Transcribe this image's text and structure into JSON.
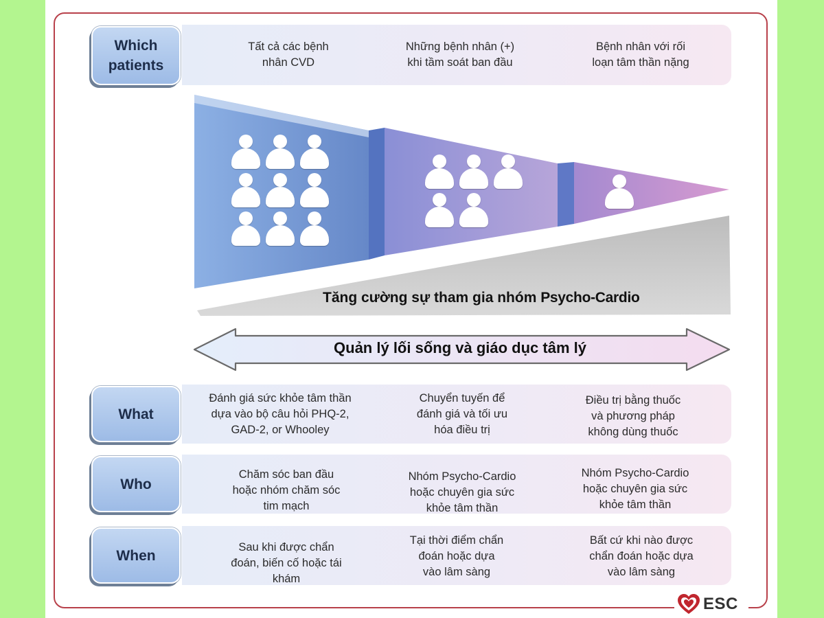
{
  "which": {
    "label": "Which\npatients",
    "cols": [
      "Tất cả các bệnh\nnhân CVD",
      "Những bệnh nhân (+)\nkhi tầm soát ban đầu",
      "Bệnh nhân với rối\nloạn tâm thần nặng"
    ]
  },
  "funnel": {
    "people_counts": [
      9,
      5,
      1
    ],
    "engagement_prefix": "Tăng cường sự tham gia nhóm ",
    "engagement_strong": "Psycho-Cardio"
  },
  "arrow": {
    "label": "Quản lý lối sống và giáo dục tâm lý"
  },
  "rows": [
    {
      "label": "What",
      "cols": [
        "Đánh giá sức khỏe tâm thần\ndựa vào bộ câu hỏi  PHQ-2,\nGAD-2, or Whooley",
        "Chuyển tuyến để\nđánh giá và tối ưu\nhóa điều trị",
        "Điều trị bằng thuốc\nvà phương pháp\nkhông dùng thuốc"
      ]
    },
    {
      "label": "Who",
      "cols": [
        "Chăm sóc ban đầu\nhoặc nhóm chăm sóc\ntim mạch",
        "Nhóm Psycho-Cardio\nhoặc chuyên gia sức\nkhỏe tâm thần",
        "Nhóm Psycho-Cardio\nhoặc chuyên gia sức\nkhỏe tâm thần"
      ]
    },
    {
      "label": "When",
      "cols": [
        "Sau khi được chẩn\nđoán, biến cố hoặc tái\nkhám",
        "Tại thời điểm chẩn\nđoán hoặc dựa\nvào lâm sàng",
        "Bất cứ khi nào được\nchẩn đoán hoặc dựa\nvào lâm sàng"
      ]
    }
  ],
  "logo": {
    "text": "ESC"
  },
  "colors": {
    "background": "#b3f58f",
    "frame": "#b8404a",
    "funnel_blue": "#6e93d1",
    "funnel_purple": "#c08ac8",
    "tag_blue": "#9dbbe6"
  }
}
